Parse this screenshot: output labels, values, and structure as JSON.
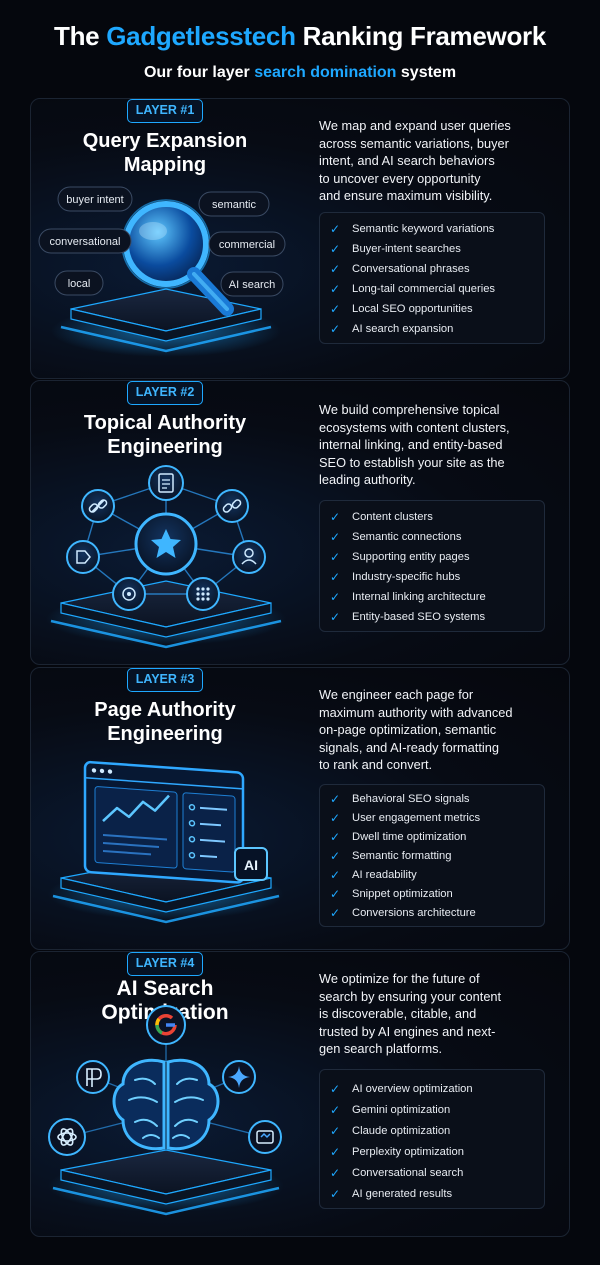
{
  "header": {
    "title_pre": "The ",
    "title_accent": "Gadgetlesstech",
    "title_post": " Ranking Framework",
    "subtitle_pre": "Our four layer ",
    "subtitle_accent": "search domination",
    "subtitle_post": " system"
  },
  "layers": [
    {
      "badge": "LAYER #1",
      "title_line1": "Query Expansion",
      "title_line2": "Mapping",
      "desc_lines": [
        "We map and expand user queries",
        "across semantic variations, buyer",
        "intent, and AI search behaviors",
        "to uncover every opportunity",
        "and ensure maximum visibility."
      ],
      "items": [
        "Semantic keyword variations",
        "Buyer-intent searches",
        "Conversational phrases",
        "Long-tail commercial queries",
        "Local SEO opportunities",
        "AI search expansion"
      ],
      "tags": [
        "buyer intent",
        "semantic",
        "conversational",
        "commercial",
        "local",
        "AI search"
      ]
    },
    {
      "badge": "LAYER #2",
      "title_line1": "Topical Authority",
      "title_line2": "Engineering",
      "desc_lines": [
        "We build comprehensive topical",
        "ecosystems with content clusters,",
        "internal linking, and entity-based",
        "SEO to establish your site as the",
        "leading authority."
      ],
      "items": [
        "Content clusters",
        "Semantic connections",
        "Supporting entity pages",
        "Industry-specific hubs",
        "Internal linking architecture",
        "Entity-based SEO systems"
      ]
    },
    {
      "badge": "LAYER #3",
      "title_line1": "Page Authority",
      "title_line2": "Engineering",
      "desc_lines": [
        "We engineer each page for",
        "maximum authority with advanced",
        "on-page optimization, semantic",
        "signals, and AI-ready formatting",
        "to rank and convert."
      ],
      "items": [
        "Behavioral SEO signals",
        "User engagement metrics",
        "Dwell time optimization",
        "Semantic formatting",
        "AI readability",
        "Snippet optimization",
        "Conversions architecture"
      ],
      "ai_chip": "AI"
    },
    {
      "badge": "LAYER #4",
      "title_line1": "AI Search",
      "title_line2": "Optimization",
      "desc_lines": [
        "We optimize for the future of",
        "search by ensuring your content",
        "is discoverable, citable, and",
        "trusted by AI engines and next-",
        "gen search platforms."
      ],
      "items": [
        "AI overview optimization",
        "Gemini optimization",
        "Claude optimization",
        "Perplexity optimization",
        "Conversational search",
        "AI generated results"
      ]
    }
  ],
  "colors": {
    "accent": "#1ea8ff",
    "background": "#05070d",
    "card_border": "#1b2432"
  }
}
